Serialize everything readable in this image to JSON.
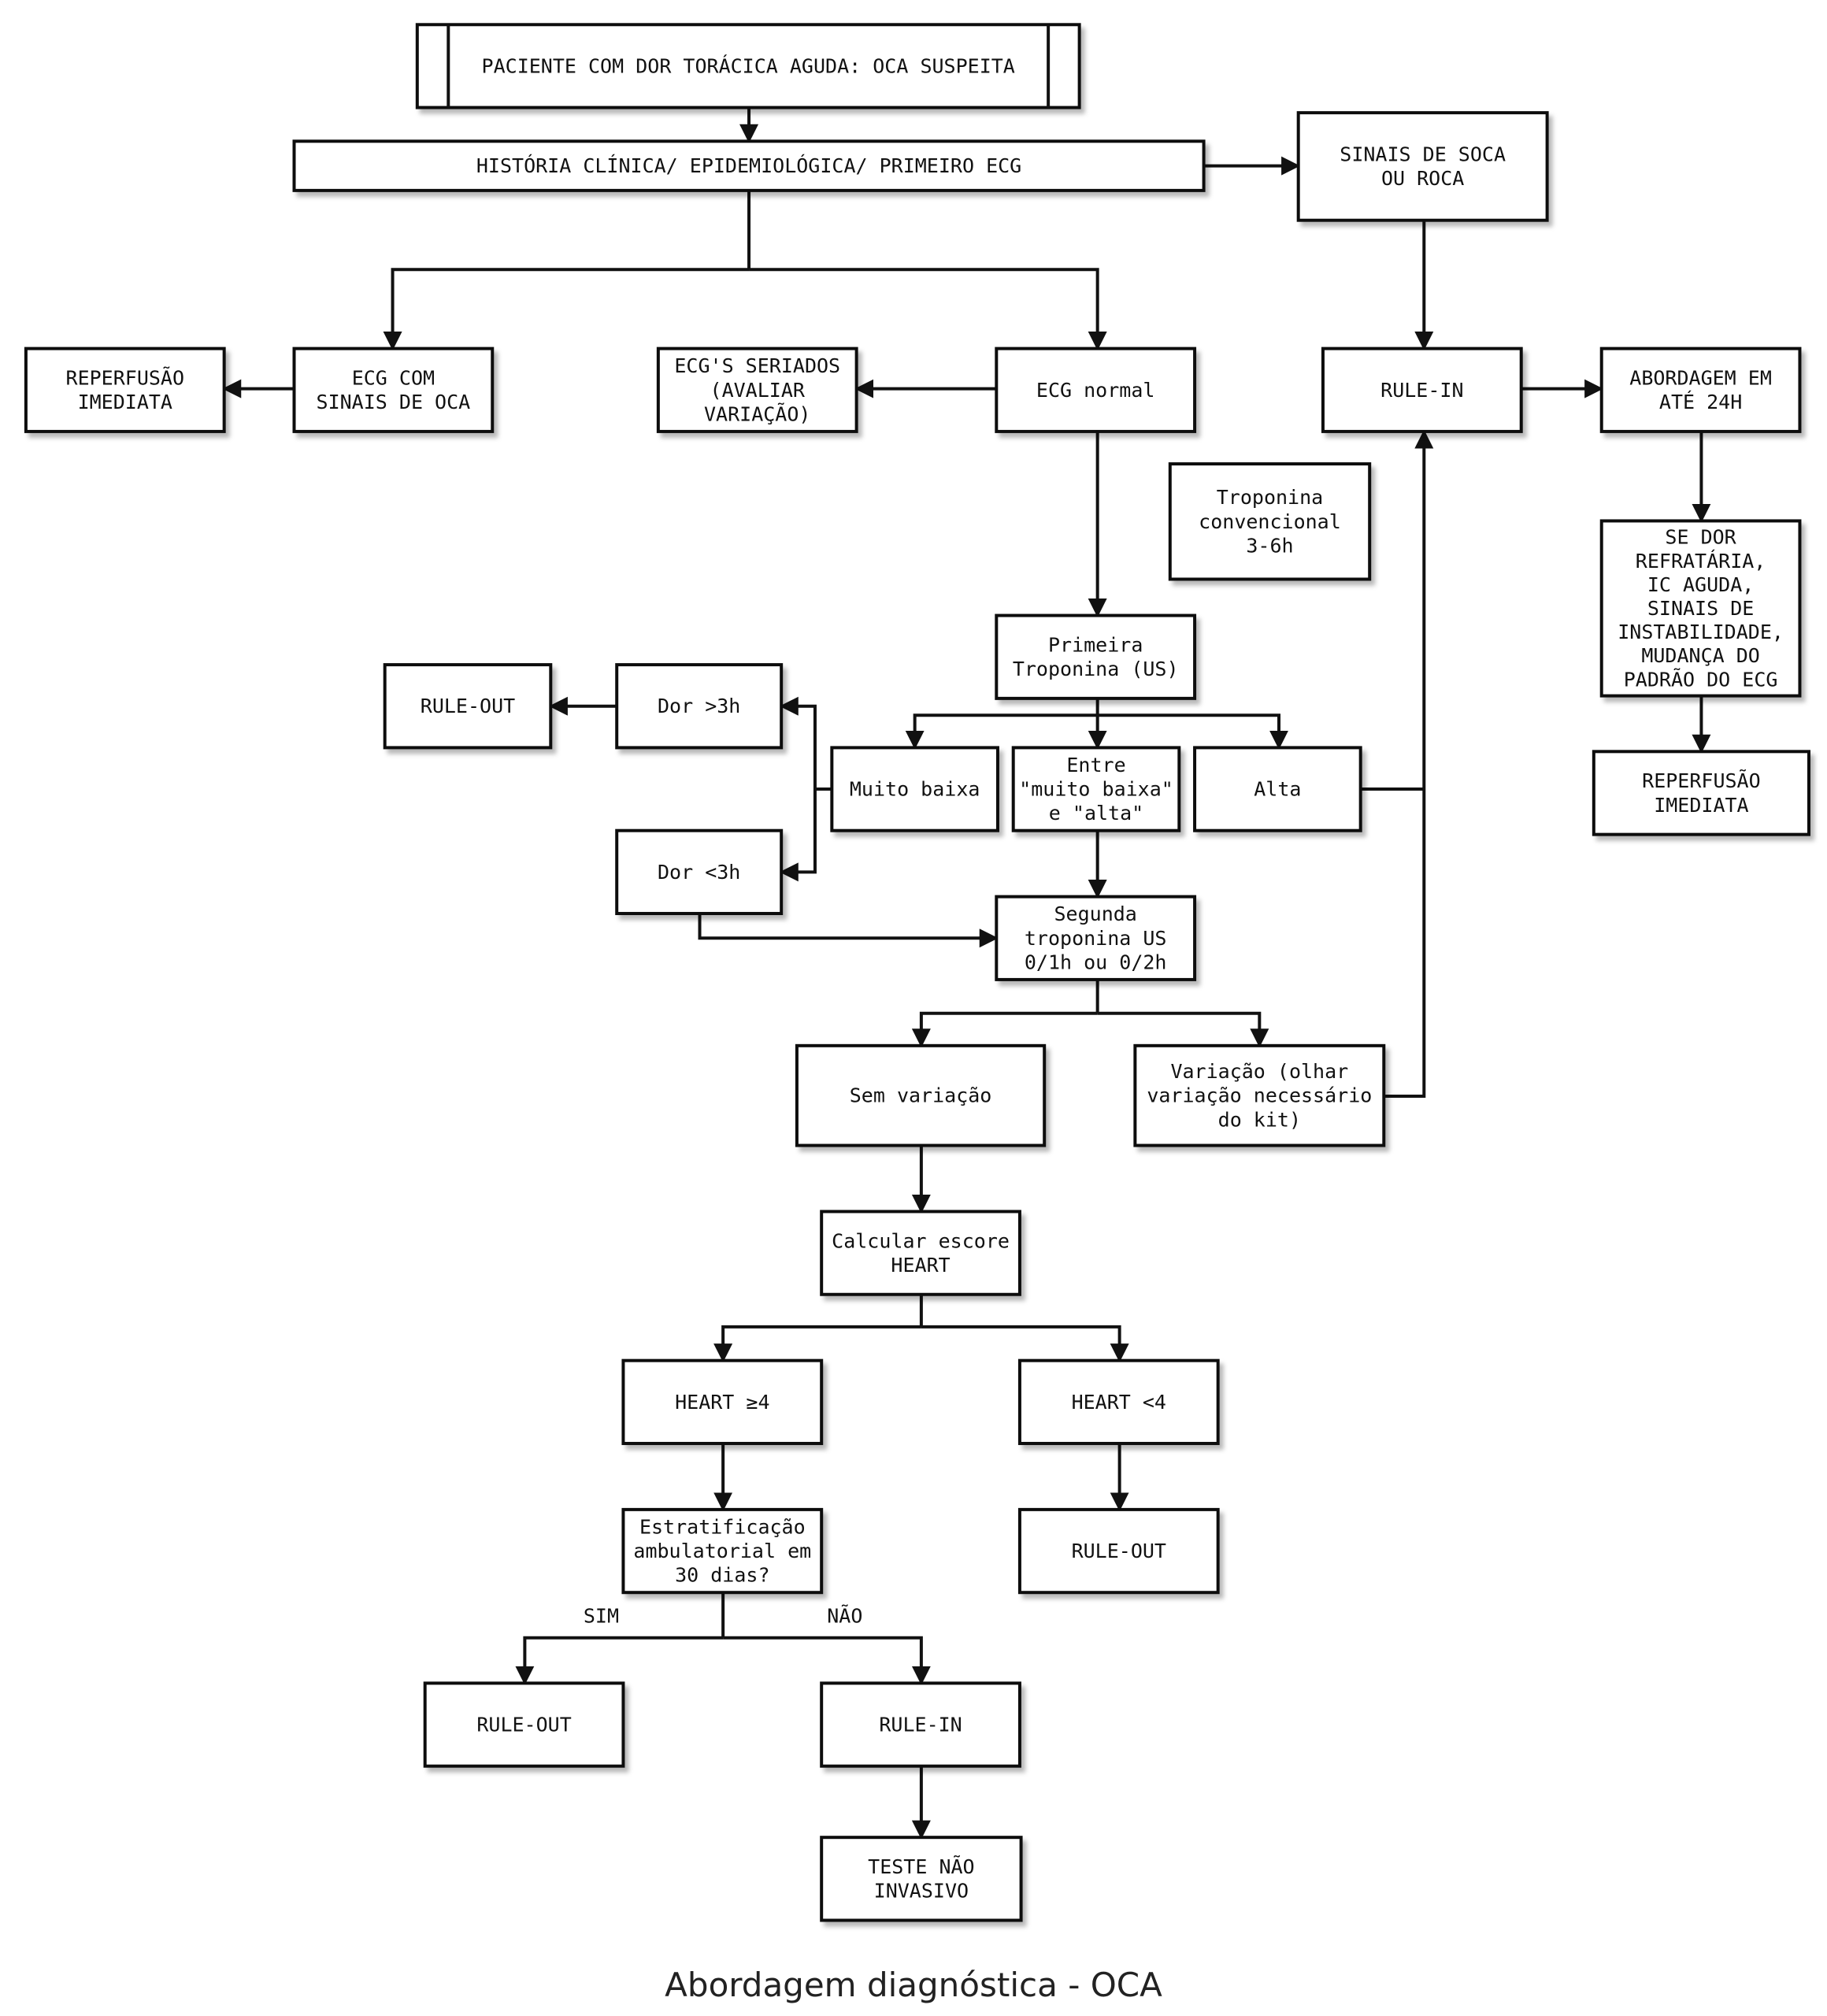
{
  "diagram": {
    "caption": "Abordagem diagnóstica - OCA",
    "nodes": {
      "start": [
        "PACIENTE COM DOR TORÁCICA AGUDA: OCA SUSPEITA"
      ],
      "historia": [
        "HISTÓRIA CLÍNICA/ EPIDEMIOLÓGICA/ PRIMEIRO ECG"
      ],
      "soca": [
        "SINAIS DE SOCA",
        "OU ROCA"
      ],
      "reperfusao1": [
        "REPERFUSÃO",
        "IMEDIATA"
      ],
      "ecg_oca": [
        "ECG COM",
        "SINAIS DE OCA"
      ],
      "seriados": [
        "ECG'S SERIADOS",
        "(AVALIAR",
        "VARIAÇÃO)"
      ],
      "ecg_normal": [
        "ECG normal"
      ],
      "rulein_top": [
        "RULE-IN"
      ],
      "abordagem24": [
        "ABORDAGEM EM",
        "ATÉ 24H"
      ],
      "troponina_conv": [
        "Troponina",
        "convencional",
        "3-6h"
      ],
      "se_dor": [
        "SE DOR",
        "REFRATÁRIA,",
        "IC AGUDA,",
        "SINAIS DE",
        "INSTABILIDADE,",
        "MUDANÇA DO",
        "PADRÃO DO ECG"
      ],
      "reperfusao2": [
        "REPERFUSÃO",
        "IMEDIATA"
      ],
      "primeira_trop": [
        "Primeira",
        "Troponina (US)"
      ],
      "ruleout_top": [
        "RULE-OUT"
      ],
      "dor_gt3": [
        "Dor >3h"
      ],
      "muito_baixa": [
        "Muito baixa"
      ],
      "entre": [
        "Entre",
        "\"muito baixa\"",
        "e \"alta\""
      ],
      "alta": [
        "Alta"
      ],
      "dor_lt3": [
        "Dor <3h"
      ],
      "segunda_trop": [
        "Segunda",
        "troponina US",
        "0/1h ou 0/2h"
      ],
      "sem_variacao": [
        "Sem variação"
      ],
      "variacao": [
        "Variação (olhar",
        "variação necessário",
        "do kit)"
      ],
      "heart_calc": [
        "Calcular escore",
        "HEART"
      ],
      "heart_ge4": [
        "HEART ≥4"
      ],
      "heart_lt4": [
        "HEART <4"
      ],
      "estratificacao": [
        "Estratificação",
        "ambulatorial em",
        "30 dias?"
      ],
      "ruleout_heart": [
        "RULE-OUT"
      ],
      "ruleout_bottom": [
        "RULE-OUT"
      ],
      "rulein_bottom": [
        "RULE-IN"
      ],
      "teste": [
        "TESTE NÃO",
        "INVASIVO"
      ]
    },
    "edge_labels": {
      "sim": "SIM",
      "nao": "NÃO"
    }
  }
}
